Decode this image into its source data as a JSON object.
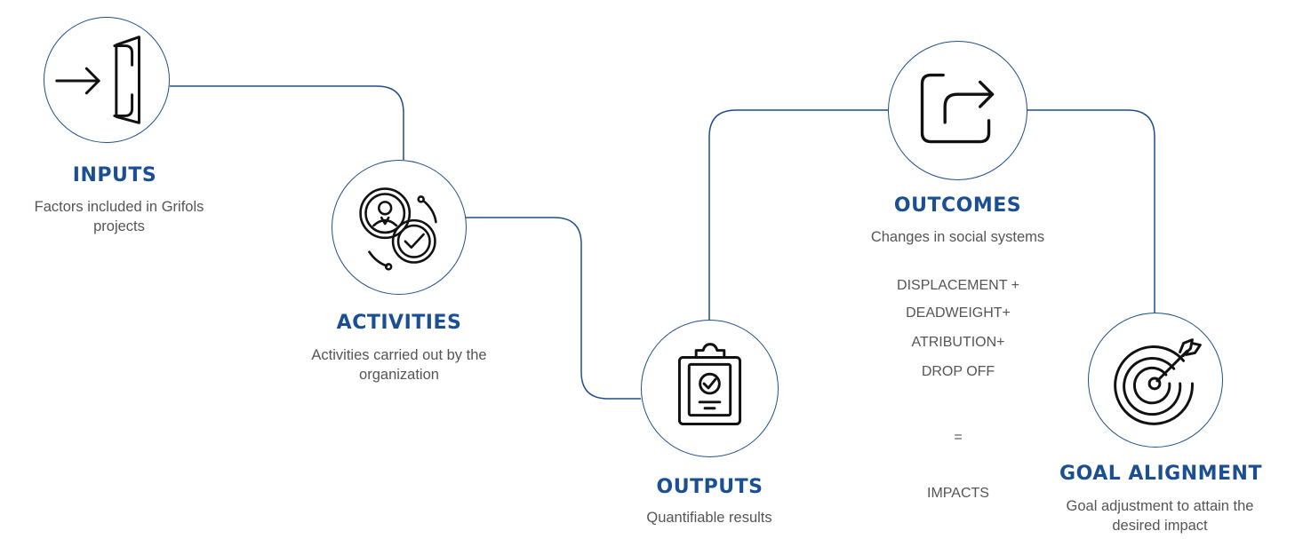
{
  "colors": {
    "line": "#1f4e8c",
    "title": "#1b4f94",
    "text": "#555555",
    "icon": "#111111"
  },
  "stages": {
    "inputs": {
      "title": "INPUTS",
      "desc_line1": "Factors included in Grifols",
      "desc_line2": "projects",
      "icon": "enter-door-icon"
    },
    "activities": {
      "title": "ACTIVITIES",
      "desc_line1": "Activities carried out by the",
      "desc_line2": "organization",
      "icon": "person-target-check-icon"
    },
    "outputs": {
      "title": "OUTPUTS",
      "desc_line1": "Quantifiable results",
      "icon": "clipboard-check-icon"
    },
    "outcomes": {
      "title": "OUTCOMES",
      "desc_line1": "Changes in social systems",
      "icon": "share-arrow-icon"
    },
    "goal": {
      "title": "GOAL ALIGNMENT",
      "desc_line1": "Goal adjustment to attain the",
      "desc_line2": "desired impact",
      "icon": "target-arrow-icon"
    }
  },
  "formula": {
    "line1": "DISPLACEMENT +",
    "line2": "DEADWEIGHT+",
    "line3": "ATRIBUTION+",
    "line4": "DROP OFF",
    "equals": "=",
    "result": "IMPACTS"
  }
}
